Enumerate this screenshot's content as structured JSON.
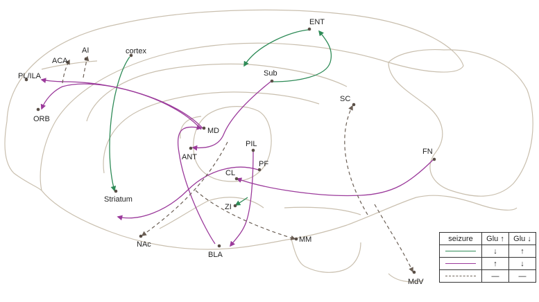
{
  "colors": {
    "outline": "#c9bfae",
    "glu_up_down": "#2e8b57",
    "glu_up_up": "#9b3a9b",
    "dashed": "#6b5f55",
    "node": "#5a4f47"
  },
  "labels": {
    "ent": "ENT",
    "ai": "AI",
    "cortex": "cortex",
    "aca": "ACA",
    "pl_ila": "PL/ILA",
    "sub": "Sub",
    "orb": "ORB",
    "sc": "SC",
    "md": "MD",
    "ant": "ANT",
    "pil": "PIL",
    "pf": "PF",
    "fn": "FN",
    "cl": "CL",
    "striatum": "Striatum",
    "zi": "ZI",
    "nac": "NAc",
    "bla": "BLA",
    "mm": "MM",
    "mdv": "MdV"
  },
  "legend": {
    "header": [
      "seizure",
      "Glu ↑",
      "Glu ↓"
    ],
    "rows": [
      {
        "style": "green",
        "glu_up": "↓",
        "glu_down": "↑"
      },
      {
        "style": "purple",
        "glu_up": "↑",
        "glu_down": "↓"
      },
      {
        "style": "dashed",
        "glu_up": "—",
        "glu_down": "—"
      }
    ]
  }
}
